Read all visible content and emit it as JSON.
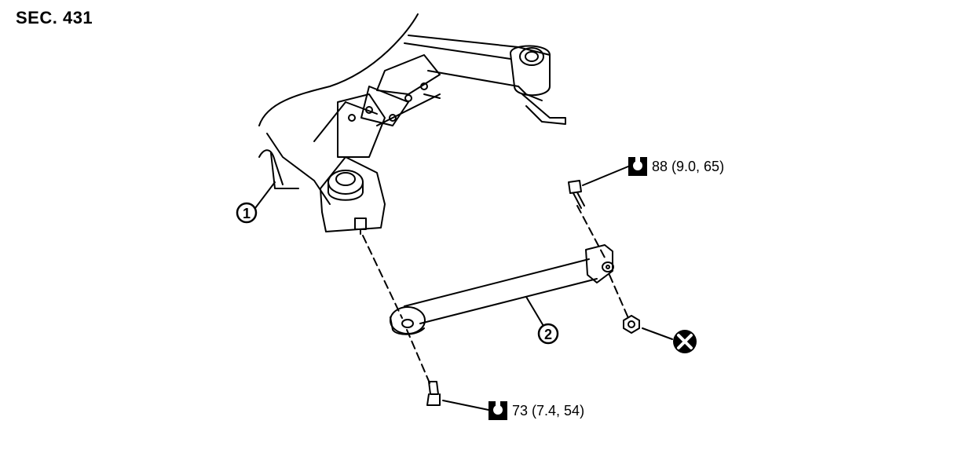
{
  "section_label": "SEC. 431",
  "callouts": {
    "part1": "1",
    "part2": "2"
  },
  "torque_upper": {
    "icon": "torque-wrench-icon",
    "value": "88 (9.0, 65)"
  },
  "torque_lower": {
    "icon": "torque-wrench-icon",
    "value": "73 (7.4, 54)"
  },
  "replace_symbol": {
    "icon": "do-not-reuse-icon"
  }
}
